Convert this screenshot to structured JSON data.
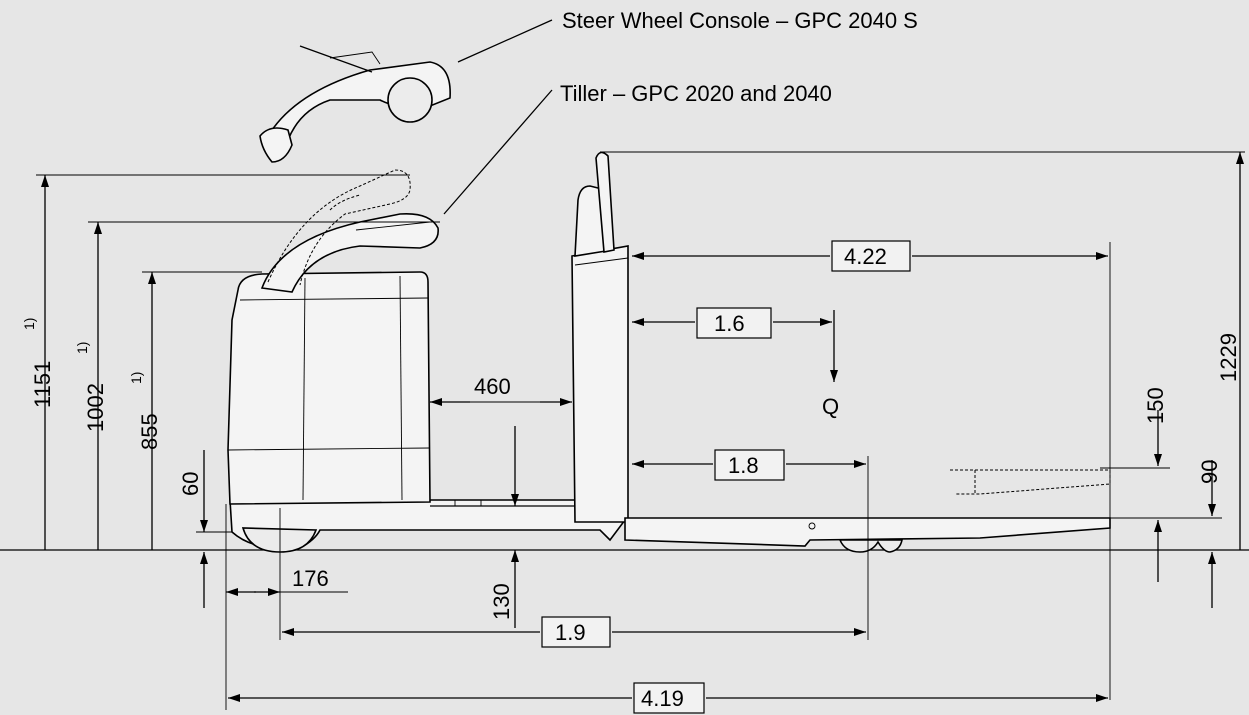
{
  "labels": {
    "steer_console": "Steer Wheel Console – GPC 2040 S",
    "tiller": "Tiller – GPC 2020 and 2040",
    "load_point": "Q"
  },
  "dimensions": {
    "h1151": "1151",
    "h1002": "1002",
    "h855": "855",
    "footnote_mark": "1)",
    "d60": "60",
    "d176": "176",
    "d130": "130",
    "d460": "460",
    "d1229": "1229",
    "d150": "150",
    "d90": "90",
    "d4_22": "4.22",
    "d1_6": "1.6",
    "d1_8": "1.8",
    "d1_9": "1.9",
    "d4_19": "4.19"
  }
}
